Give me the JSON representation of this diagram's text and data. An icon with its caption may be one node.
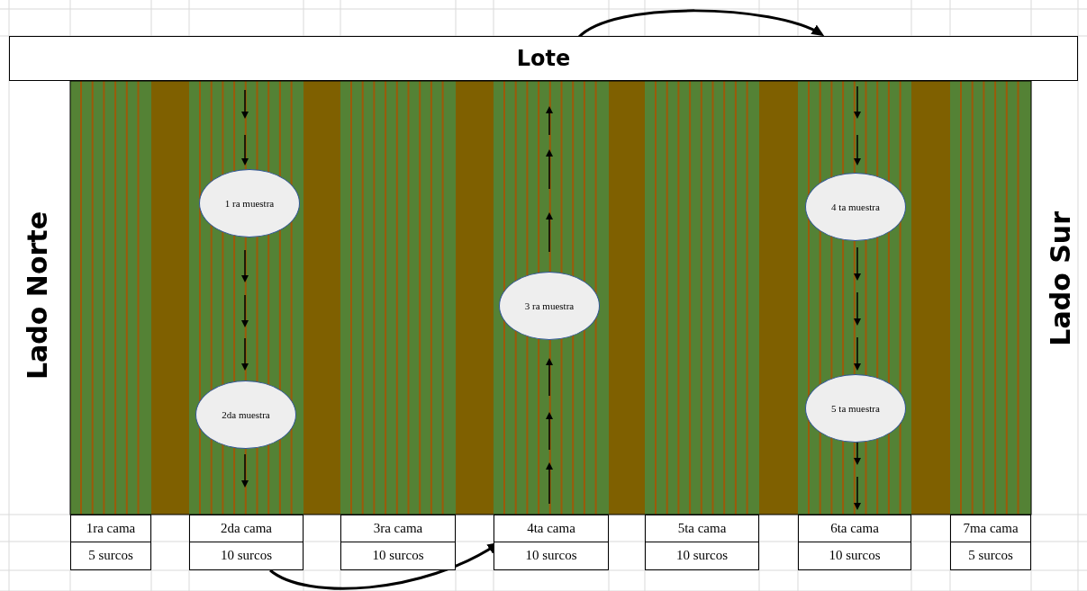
{
  "diagram": {
    "nodes": [
      {
        "text": [
          "Lote"
        ]
      },
      {
        "text": [
          "1 ra muestra"
        ]
      },
      {
        "text": [
          "2da muestra"
        ]
      },
      {
        "text": [
          "3 ra muestra"
        ]
      },
      {
        "text": [
          "4 ta muestra"
        ]
      },
      {
        "text": [
          "5 ta muestra"
        ]
      }
    ],
    "labels": [
      "Lado Norte",
      "Lado Sur",
      "1ra cama",
      "2da cama",
      "3ra cama",
      "4ta cama",
      "5ta cama",
      "6ta cama",
      "7ma cama",
      "5 surcos",
      "10 surcos",
      "10 surcos",
      "10 surcos",
      "10 surcos",
      "10 surcos",
      "5 surcos"
    ]
  }
}
